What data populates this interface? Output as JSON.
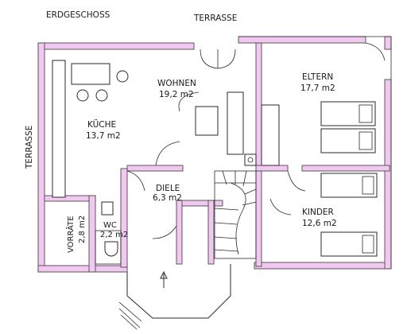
{
  "title": "ERDGESCHOSS",
  "terrace_top": "TERRASSE",
  "terrace_left": "TERRASSE",
  "rooms": {
    "wohnen": {
      "name": "WOHNEN",
      "area": "19,2  m2"
    },
    "kueche": {
      "name": "KÜCHE",
      "area": "13,7  m2"
    },
    "eltern": {
      "name": "ELTERN",
      "area": "17,7  m2"
    },
    "diele": {
      "name": "DIELE",
      "area": "6,3  m2"
    },
    "kinder": {
      "name": "KINDER",
      "area": "12,6  m2"
    },
    "wc": {
      "name": "WC",
      "area": "2,2  m2"
    },
    "vorraete": {
      "name": "VORRÄTE",
      "area": "2,8  m2"
    }
  },
  "colors": {
    "wall_fill": "#f0c8f0",
    "line": "#2a2a2a"
  }
}
